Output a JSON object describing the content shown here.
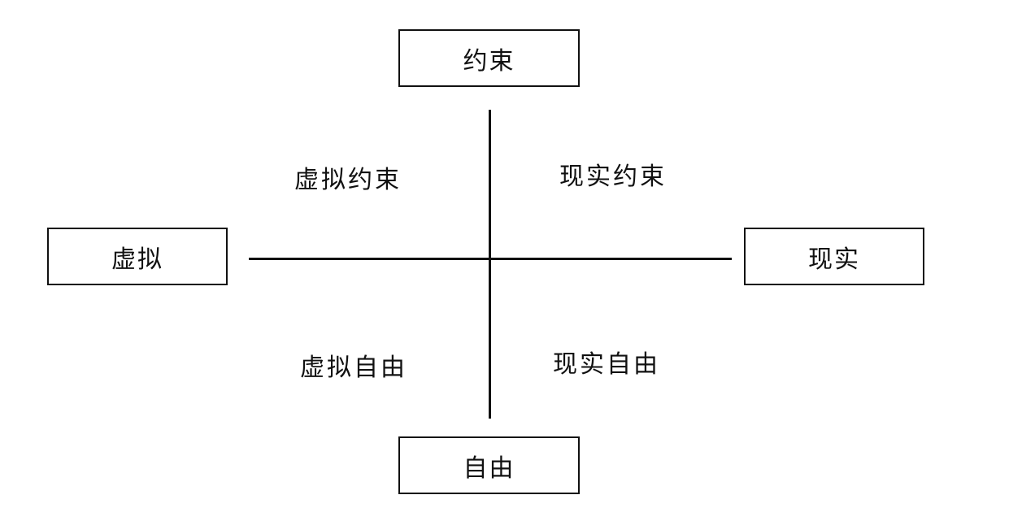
{
  "axes": {
    "top": "约束",
    "bottom": "自由",
    "left": "虚拟",
    "right": "现实"
  },
  "quadrants": {
    "top_left": "虚拟约束",
    "top_right": "现实约束",
    "bottom_left": "虚拟自由",
    "bottom_right": "现实自由"
  }
}
